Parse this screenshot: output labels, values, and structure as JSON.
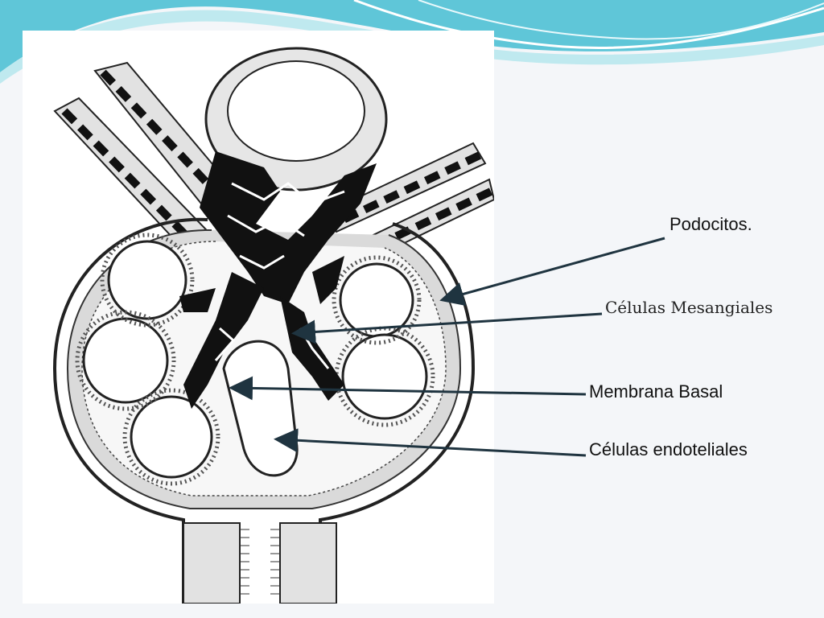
{
  "labels": {
    "podocitos": "Podocitos.",
    "mesangiales": "Células Mesangiales",
    "membrana_basal": "Membrana Basal",
    "endoteliales": "Células endoteliales"
  },
  "colors": {
    "theme_teal": "#5fc6d8",
    "theme_light_teal": "#bfe9ef",
    "arrow": "#1f3440",
    "ink": "#111111",
    "tissue_gray": "#c9c9c9"
  },
  "icons": {
    "figure": "glomerulus-illustration-icon",
    "arrow": "arrow-pointer-icon"
  }
}
